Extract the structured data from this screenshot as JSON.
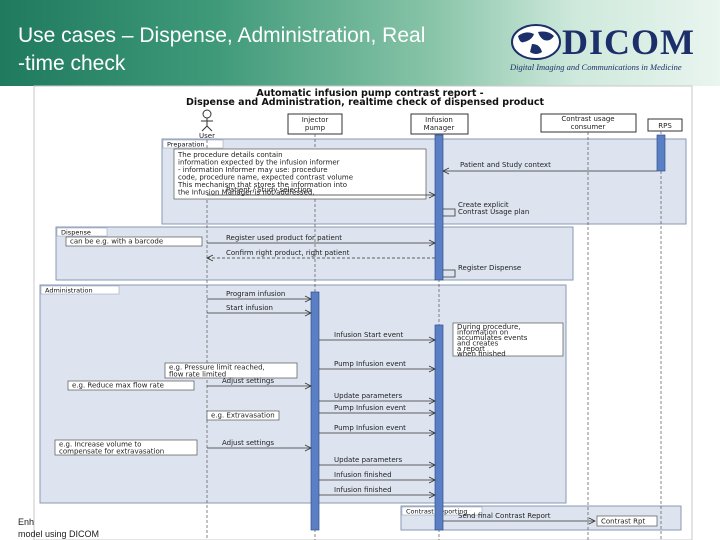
{
  "slide": {
    "title_line1": "Use cases – Dispense, Administration, Real",
    "title_line2": "-time check",
    "footnote_line1": "Enh",
    "footnote_line2": "model using DICOM"
  },
  "logo": {
    "word": "DICOM",
    "tagline": "Digital Imaging and Communications in Medicine",
    "icon": "globe-icon"
  },
  "diagram": {
    "title_line1": "Automatic infusion pump contrast report -",
    "title_line2": "Dispense and Administration, realtime check of dispensed product",
    "actor": "User",
    "lifelines": {
      "injector": [
        "Injector",
        "pump"
      ],
      "manager": [
        "Infusion",
        "Manager"
      ],
      "consumer": [
        "Contrast usage",
        "consumer"
      ],
      "rps": "RPS"
    },
    "frames": {
      "preparation": "Preparation",
      "dispense": "Dispense",
      "administration": "Administration",
      "contrast_reporting": "Contrast Reporting"
    },
    "notes": {
      "prep": [
        "The procedure details contain",
        "information expected by the infusion informer",
        "- information Informer may use: procedure",
        "code, procedure name, expected contrast volume",
        "This mechanism that stores the information into",
        "the Infusion Manager is not addressed."
      ],
      "barcode": "can be e.g. with a barcode",
      "during": [
        "During procedure,",
        "information on",
        "accumulates events",
        "and creates",
        "a report",
        "when finished"
      ],
      "pressure": [
        "e.g. Pressure limit reached,",
        "flow rate limited"
      ],
      "reduce": "e.g. Reduce max flow rate",
      "extravasation": "e.g. Extravasation",
      "increase": [
        "e.g. Increase volume to",
        "compensate for extravasation"
      ],
      "contrast_ref": "Contrast Rpt"
    },
    "messages": {
      "patient_study_context": "Patient and Study context",
      "patient_study_selection": "Patient / Study selection",
      "create_explicit": [
        "Create explicit",
        "Contrast Usage plan"
      ],
      "register_used": "Register used product for patient",
      "confirm_right": "Confirm right product, right patient",
      "register_dispense": "Register Dispense",
      "program_infusion": "Program infusion",
      "start_infusion": "Start infusion",
      "infusion_start_event": "Infusion Start event",
      "pump_infusion_event_1": "Pump Infusion event",
      "adjust_settings_1": "Adjust settings",
      "update_parameters_1": "Update parameters",
      "pump_infusion_event_2": "Pump Infusion event",
      "pump_infusion_event_3": "Pump Infusion event",
      "adjust_settings_2": "Adjust settings",
      "update_parameters_2": "Update parameters",
      "infusion_finished_1": "Infusion finished",
      "infusion_finished_2": "Infusion finished",
      "send_final": "Send final Contrast Report"
    }
  }
}
